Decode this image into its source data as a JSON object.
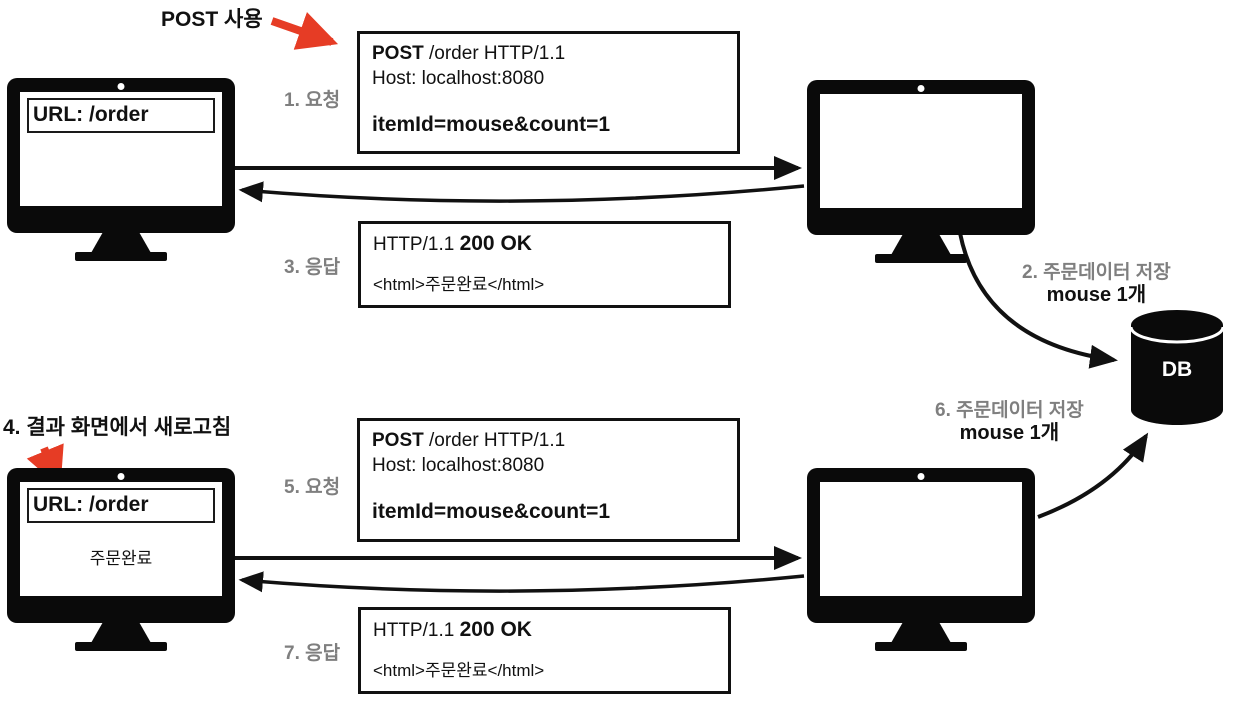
{
  "colors": {
    "accent_red": "#e63c25",
    "label_gray": "#7f7f7f",
    "ink_black": "#111111"
  },
  "annotations": {
    "post_usage": "POST 사용",
    "refresh_note": "4. 결과 화면에서 새로고침",
    "save_step2_line1": "2. 주문데이터 저장",
    "save_step2_line2": "mouse 1개",
    "save_step6_line1": "6. 주문데이터 저장",
    "save_step6_line2": "mouse 1개"
  },
  "client_top": {
    "url_bar": "URL: /order"
  },
  "client_bottom": {
    "url_bar": "URL: /order",
    "screen_text": "주문완료"
  },
  "db": {
    "label": "DB"
  },
  "flow1": {
    "request_label": "1. 요청",
    "response_label": "3. 응답",
    "request": {
      "method": "POST",
      "line1_rest": " /order HTTP/1.1",
      "host": "Host: localhost:8080",
      "body": "itemId=mouse&count=1"
    },
    "response": {
      "line1_prefix": "HTTP/1.1 ",
      "status": "200 OK",
      "body": "<html>주문완료</html>"
    }
  },
  "flow2": {
    "request_label": "5. 요청",
    "response_label": "7. 응답",
    "request": {
      "method": "POST",
      "line1_rest": " /order HTTP/1.1",
      "host": "Host: localhost:8080",
      "body": "itemId=mouse&count=1"
    },
    "response": {
      "line1_prefix": "HTTP/1.1 ",
      "status": "200 OK",
      "body": "<html>주문완료</html>"
    }
  }
}
